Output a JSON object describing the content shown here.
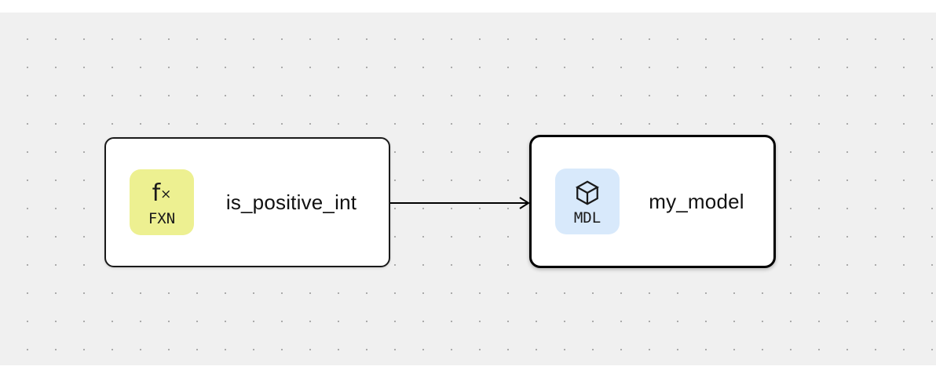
{
  "canvas": {
    "background_color": "#f0f0f0",
    "dot_color": "#ababab",
    "margin_color": "#ffffff"
  },
  "nodes": [
    {
      "label": "is_positive_int",
      "type_badge": "FXN",
      "icon": "function-icon",
      "icon_glyph_main": "f",
      "icon_glyph_sub": "×",
      "badge_color": "#edf091",
      "selected": false
    },
    {
      "label": "my_model",
      "type_badge": "MDL",
      "icon": "cube-icon",
      "badge_color": "#d8e9fb",
      "selected": true
    }
  ],
  "edges": [
    {
      "from": "is_positive_int",
      "to": "my_model",
      "color": "#000000",
      "style": "arrow-right"
    }
  ]
}
